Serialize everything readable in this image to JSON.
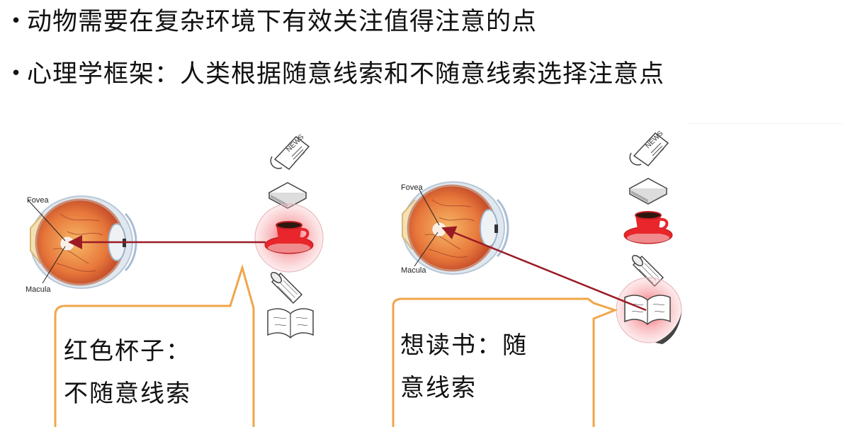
{
  "slide": {
    "bullets": [
      {
        "marker": "•",
        "text": "动物需要在复杂环境下有效关注值得注意的点"
      },
      {
        "marker": "•",
        "text": "心理学框架：人类根据随意线索和不随意线索选择注意点"
      }
    ]
  },
  "left_diagram": {
    "eye_labels": {
      "fovea": "Fovea",
      "macula": "Macula"
    },
    "objects": [
      "newspaper-icon",
      "closed-book-icon",
      "red-coffee-cup-icon",
      "notepad-icon",
      "open-book-icon"
    ],
    "highlighted_object": "red-coffee-cup-icon",
    "callout": {
      "line1": "红色杯子：",
      "line2": "不随意线索"
    }
  },
  "right_diagram": {
    "eye_labels": {
      "fovea": "Fovea",
      "macula": "Macula"
    },
    "objects": [
      "newspaper-icon",
      "closed-book-icon",
      "red-coffee-cup-icon",
      "notepad-icon",
      "open-book-icon"
    ],
    "highlighted_object": "open-book-icon",
    "callout": {
      "line1": "想读书：随",
      "line2": "意线索"
    }
  },
  "colors": {
    "arrow": "#9b1b25",
    "callout_border": "#f0a64a",
    "highlight": "#f04b55",
    "cup_red": "#e8262b"
  }
}
